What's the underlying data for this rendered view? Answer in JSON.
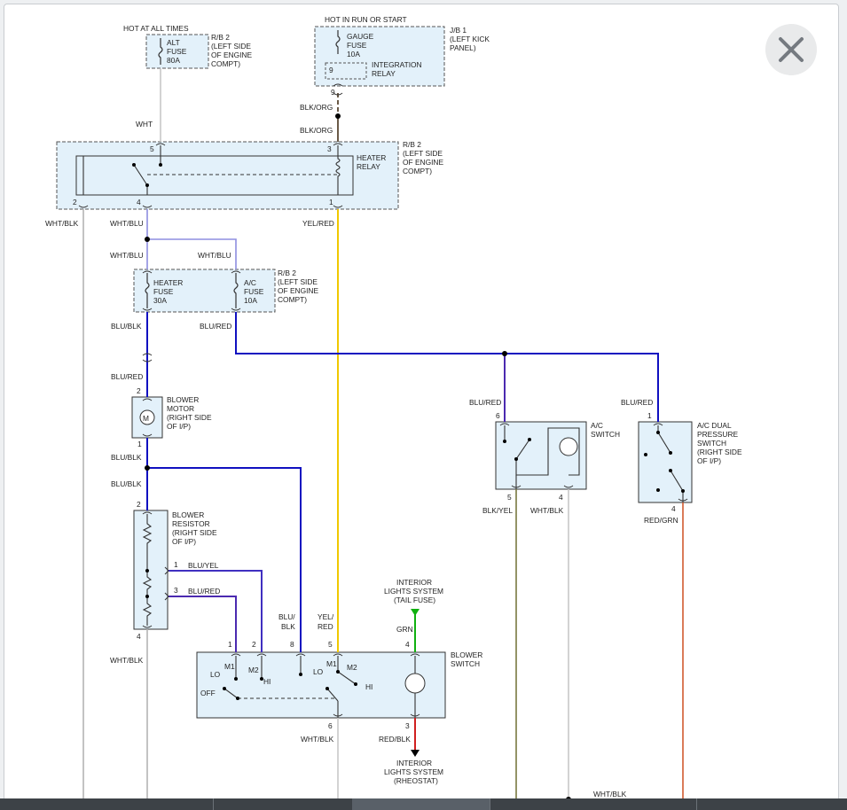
{
  "window": {
    "close_icon": "close-x-icon"
  },
  "colors": {
    "wht": "#c8c8c8",
    "blk_org": "#6a5a48",
    "wht_blu": "#8e8ee0",
    "wht_blk": "#b4b4b4",
    "yel_red": "#f0c800",
    "blu_blk": "#1010c0",
    "blu_red": "#4b2ab0",
    "blu_yel": "#4030c0",
    "grn": "#10b010",
    "red_blk": "#d02020",
    "blk_yel": "#787840",
    "red_grn": "#d05a30",
    "component_fill": "#e3f1fa"
  },
  "diagram": {
    "hot_at_all_times": "HOT AT ALL TIMES",
    "hot_in_run": "HOT IN RUN OR START",
    "alt_fuse": [
      "ALT",
      "FUSE",
      "80A"
    ],
    "rb2_top": [
      "R/B 2",
      "(LEFT SIDE",
      "OF ENGINE",
      "COMPT)"
    ],
    "jb1": [
      "J/B 1",
      "(LEFT KICK",
      "PANEL)"
    ],
    "gauge_fuse": [
      "GAUGE",
      "FUSE",
      "10A"
    ],
    "integration_relay": [
      "INTEGRATION",
      "RELAY"
    ],
    "pin_9": "9",
    "wire_blk_org": "BLK/ORG",
    "wire_wht": "WHT",
    "heater_relay": [
      "HEATER",
      "RELAY"
    ],
    "rb2_relay": [
      "R/B 2",
      "(LEFT SIDE",
      "OF ENGINE",
      "COMPT)"
    ],
    "relay_pins": {
      "p5": "5",
      "p3": "3",
      "p2": "2",
      "p4": "4",
      "p1": "1"
    },
    "wire_wht_blk": "WHT/BLK",
    "wire_wht_blu": "WHT/BLU",
    "wire_yel_red": "YEL/RED",
    "heater_fuse": [
      "HEATER",
      "FUSE",
      "30A"
    ],
    "ac_fuse": [
      "A/C",
      "FUSE",
      "10A"
    ],
    "rb2_fuse": [
      "R/B 2",
      "(LEFT SIDE",
      "OF ENGINE",
      "COMPT)"
    ],
    "wire_blu_blk": "BLU/BLK",
    "wire_blu_red": "BLU/RED",
    "blower_motor": [
      "BLOWER",
      "MOTOR",
      "(RIGHT SIDE",
      "OF I/P)"
    ],
    "motor_symbol": "M",
    "blower_resistor": [
      "BLOWER",
      "RESISTOR",
      "(RIGHT SIDE",
      "OF I/P)"
    ],
    "wire_blu_yel": "BLU/YEL",
    "wire_blu_blk_split": [
      "BLU/",
      "BLK"
    ],
    "wire_yel_red_split": [
      "YEL/",
      "RED"
    ],
    "ac_switch": [
      "A/C",
      "SWITCH"
    ],
    "ac_dual": [
      "A/C DUAL",
      "PRESSURE",
      "SWITCH",
      "(RIGHT SIDE",
      "OF I/P)"
    ],
    "wire_blk_yel": "BLK/YEL",
    "wire_red_grn": "RED/GRN",
    "interior_tail": [
      "INTERIOR",
      "LIGHTS SYSTEM",
      "(TAIL FUSE)"
    ],
    "wire_grn": "GRN",
    "blower_switch": [
      "BLOWER",
      "SWITCH"
    ],
    "sw_lo": "LO",
    "sw_m1": "M1",
    "sw_m2": "M2",
    "sw_hi": "HI",
    "sw_off": "OFF",
    "wire_red_blk": "RED/BLK",
    "interior_rheo": [
      "INTERIOR",
      "LIGHTS SYSTEM",
      "(RHEOSTAT)"
    ],
    "pins": {
      "p1": "1",
      "p2": "2",
      "p3": "3",
      "p4": "4",
      "p5": "5",
      "p6": "6",
      "p8": "8"
    }
  }
}
